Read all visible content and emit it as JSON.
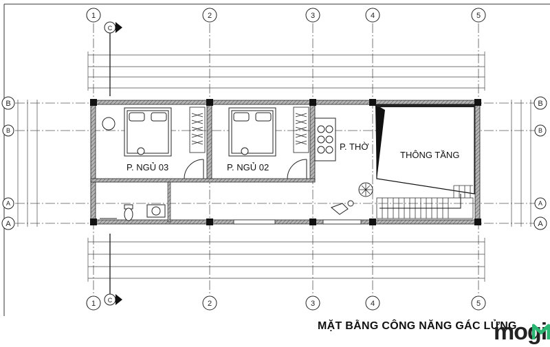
{
  "grid": {
    "columns": [
      "1",
      "2",
      "3",
      "4",
      "5"
    ],
    "rows": [
      "B",
      "B",
      "A",
      "A"
    ]
  },
  "section_marker": "C",
  "rooms": {
    "bedroom_3": "P. NGỦ 03",
    "bedroom_2": "P. NGỦ 02",
    "altar_room": "P. THỜ",
    "void": "THÔNG TẦNG"
  },
  "caption": "MẶT BẰNG CÔNG NĂNG GÁC LỬNG",
  "logo": "mogi",
  "colors": {
    "line": "#222222",
    "wall": "#1a1a1a",
    "wall_hatch": "#8a8a8a",
    "logo_accent": "#2bb673"
  }
}
